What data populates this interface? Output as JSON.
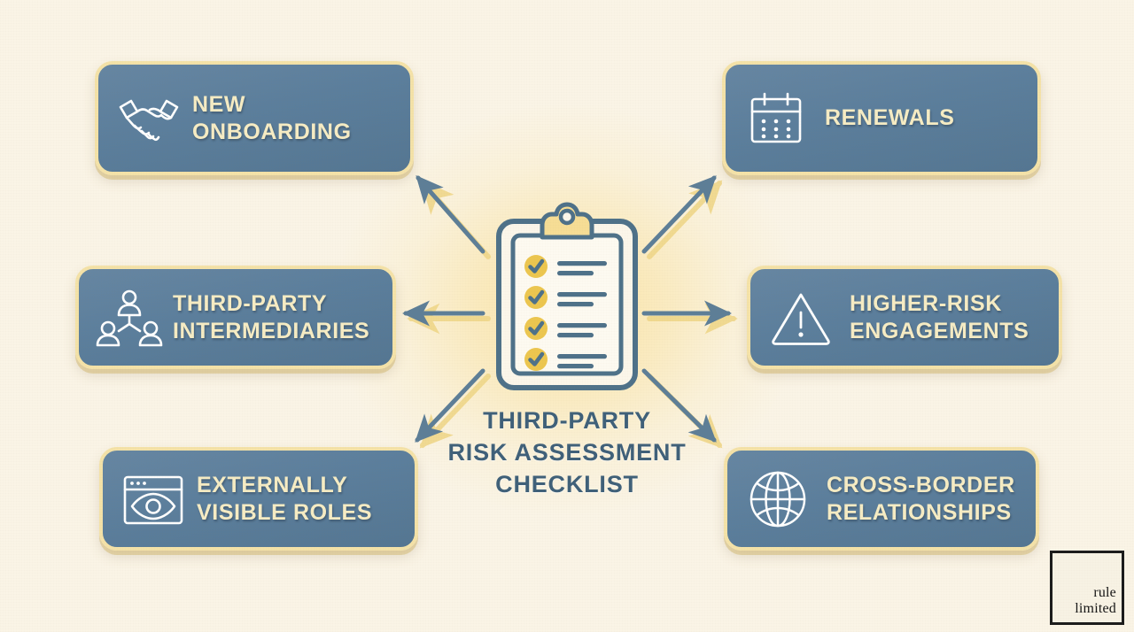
{
  "page": {
    "background_color": "#faf4e6",
    "card_color": "#5b7e9c",
    "card_border_color": "#f4e2a8",
    "card_text_color": "#f6ecc4",
    "accent_yellow": "#ecc64f",
    "title_color": "#3f6079",
    "arrow_color": "#5d7e97",
    "arrow_shadow_color": "#f0d78a"
  },
  "center": {
    "icon": "clipboard-checklist-icon",
    "title": "THIRD-PARTY\nRISK ASSESSMENT\nCHECKLIST",
    "checklist_rows": 4,
    "check_color": "#ecc64f"
  },
  "cards": [
    {
      "id": "new-onboarding",
      "label": "NEW\nONBOARDING",
      "icon": "handshake-icon",
      "position": "top-left"
    },
    {
      "id": "renewals",
      "label": "RENEWALS",
      "icon": "calendar-icon",
      "position": "top-right"
    },
    {
      "id": "intermediaries",
      "label": "THIRD-PARTY\nINTERMEDIARIES",
      "icon": "people-network-icon",
      "position": "middle-left"
    },
    {
      "id": "higher-risk",
      "label": "HIGHER-RISK\nENGAGEMENTS",
      "icon": "warning-triangle-icon",
      "position": "middle-right"
    },
    {
      "id": "external-roles",
      "label": "EXTERNALLY\nVISIBLE ROLES",
      "icon": "browser-eye-icon",
      "position": "bottom-left"
    },
    {
      "id": "cross-border",
      "label": "CROSS-BORDER\nRELATIONSHIPS",
      "icon": "globe-icon",
      "position": "bottom-right"
    }
  ],
  "arrows": [
    {
      "id": "arrow-to-new-onboarding",
      "direction": "up-left"
    },
    {
      "id": "arrow-to-renewals",
      "direction": "up-right"
    },
    {
      "id": "arrow-to-intermediaries",
      "direction": "left"
    },
    {
      "id": "arrow-to-higher-risk",
      "direction": "right"
    },
    {
      "id": "arrow-to-external-roles",
      "direction": "down-left"
    },
    {
      "id": "arrow-to-cross-border",
      "direction": "down-right"
    }
  ],
  "logo": {
    "line1": "rule",
    "line2": "limited"
  }
}
